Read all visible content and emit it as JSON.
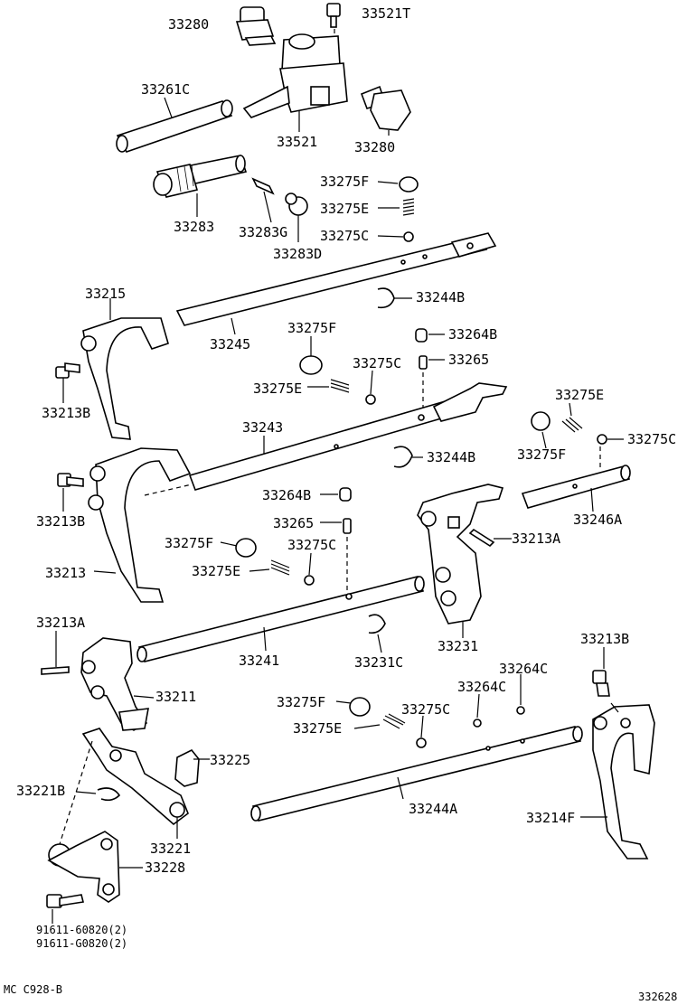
{
  "labels": [
    {
      "id": "33280-top",
      "text": "33280"
    },
    {
      "id": "33521T",
      "text": "33521T"
    },
    {
      "id": "33261C",
      "text": "33261C"
    },
    {
      "id": "33521",
      "text": "33521"
    },
    {
      "id": "33280-right",
      "text": "33280"
    },
    {
      "id": "33275F-1",
      "text": "33275F"
    },
    {
      "id": "33275E-1",
      "text": "33275E"
    },
    {
      "id": "33283",
      "text": "33283"
    },
    {
      "id": "33283G",
      "text": "33283G"
    },
    {
      "id": "33275C-1",
      "text": "33275C"
    },
    {
      "id": "33283D",
      "text": "33283D"
    },
    {
      "id": "33215",
      "text": "33215"
    },
    {
      "id": "33244B-1",
      "text": "33244B"
    },
    {
      "id": "33245",
      "text": "33245"
    },
    {
      "id": "33275F-2",
      "text": "33275F"
    },
    {
      "id": "33264B-1",
      "text": "33264B"
    },
    {
      "id": "33275C-2",
      "text": "33275C"
    },
    {
      "id": "33265-1",
      "text": "33265"
    },
    {
      "id": "33275E-2",
      "text": "33275E"
    },
    {
      "id": "33213B-1",
      "text": "33213B"
    },
    {
      "id": "33275E-3",
      "text": "33275E"
    },
    {
      "id": "33243",
      "text": "33243"
    },
    {
      "id": "33275C-3",
      "text": "33275C"
    },
    {
      "id": "33244B-2",
      "text": "33244B"
    },
    {
      "id": "33275F-3",
      "text": "33275F"
    },
    {
      "id": "33264B-2",
      "text": "33264B"
    },
    {
      "id": "33213B-2",
      "text": "33213B"
    },
    {
      "id": "33246A",
      "text": "33246A"
    },
    {
      "id": "33265-2",
      "text": "33265"
    },
    {
      "id": "33213A-1",
      "text": "33213A"
    },
    {
      "id": "33275F-4",
      "text": "33275F"
    },
    {
      "id": "33275C-4",
      "text": "33275C"
    },
    {
      "id": "33275E-4",
      "text": "33275E"
    },
    {
      "id": "33213",
      "text": "33213"
    },
    {
      "id": "33213A-2",
      "text": "33213A"
    },
    {
      "id": "33231",
      "text": "33231"
    },
    {
      "id": "33213B-3",
      "text": "33213B"
    },
    {
      "id": "33241",
      "text": "33241"
    },
    {
      "id": "33231C",
      "text": "33231C"
    },
    {
      "id": "33264C-1",
      "text": "33264C"
    },
    {
      "id": "33211",
      "text": "33211"
    },
    {
      "id": "33264C-2",
      "text": "33264C"
    },
    {
      "id": "33275F-5",
      "text": "33275F"
    },
    {
      "id": "33275C-5",
      "text": "33275C"
    },
    {
      "id": "33275E-5",
      "text": "33275E"
    },
    {
      "id": "33225",
      "text": "33225"
    },
    {
      "id": "33221B",
      "text": "33221B"
    },
    {
      "id": "33244A",
      "text": "33244A"
    },
    {
      "id": "33214F",
      "text": "33214F"
    },
    {
      "id": "33221",
      "text": "33221"
    },
    {
      "id": "33228",
      "text": "33228"
    },
    {
      "id": "bolt-1",
      "text": "91611-60820(2)"
    },
    {
      "id": "bolt-2",
      "text": "91611-G0820(2)"
    },
    {
      "id": "mc-code",
      "text": "MC  C928-B"
    },
    {
      "id": "fig-number",
      "text": "332628"
    }
  ]
}
